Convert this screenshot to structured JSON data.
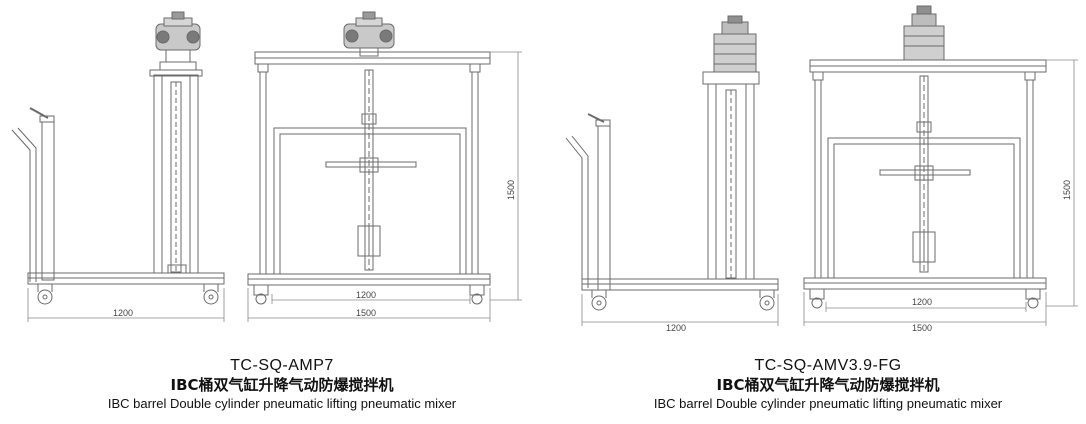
{
  "products": [
    {
      "model": "TC-SQ-AMP7",
      "name_cn": "IBC桶双气缸升降气动防爆搅拌机",
      "name_en": "IBC barrel Double cylinder pneumatic lifting pneumatic mixer",
      "dims": {
        "side_width": "1200",
        "front_inner": "1200",
        "front_width": "1500",
        "height": "1500"
      }
    },
    {
      "model": "TC-SQ-AMV3.9-FG",
      "name_cn": "IBC桶双气缸升降气动防爆搅拌机",
      "name_en": "IBC barrel Double cylinder pneumatic lifting pneumatic mixer",
      "dims": {
        "side_width": "1200",
        "front_inner": "1200",
        "front_width": "1500",
        "height": "1500"
      }
    }
  ],
  "colors": {
    "line": "#6b6b6b",
    "dim": "#8a8a8a"
  }
}
